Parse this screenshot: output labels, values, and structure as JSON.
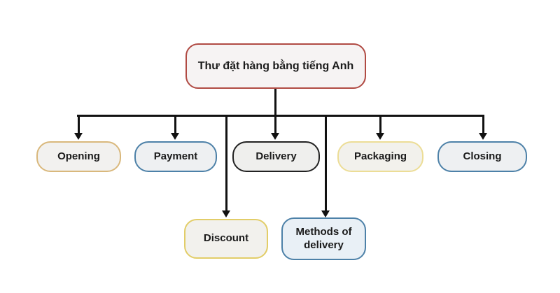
{
  "diagram": {
    "title": "Thư đặt hàng bằng tiếng Anh",
    "type": "tree",
    "connector_color": "#111111",
    "background_color": "#ffffff",
    "root": {
      "label": "Thư đặt hàng bằng tiếng Anh",
      "border_color": "#b04a43",
      "fill_color": "#f6f3f3"
    },
    "nodes": {
      "opening": {
        "label": "Opening",
        "border_color": "#d9b87c",
        "fill_color": "#f2f1ef"
      },
      "payment": {
        "label": "Payment",
        "border_color": "#4d81a8",
        "fill_color": "#eef0f2"
      },
      "delivery": {
        "label": "Delivery",
        "border_color": "#222222",
        "fill_color": "#efefed"
      },
      "packaging": {
        "label": "Packaging",
        "border_color": "#ecdd96",
        "fill_color": "#f2f1ec"
      },
      "closing": {
        "label": "Closing",
        "border_color": "#4d81a8",
        "fill_color": "#eef0f2"
      },
      "discount": {
        "label": "Discount",
        "border_color": "#e2cd68",
        "fill_color": "#f2f1ed"
      },
      "methods_of_delivery": {
        "label": "Methods of delivery",
        "border_color": "#4d81a8",
        "fill_color": "#e9f0f6"
      }
    },
    "edges": [
      {
        "from": "root",
        "to": "opening"
      },
      {
        "from": "root",
        "to": "payment"
      },
      {
        "from": "root",
        "to": "delivery"
      },
      {
        "from": "root",
        "to": "packaging"
      },
      {
        "from": "root",
        "to": "closing"
      },
      {
        "from": "root",
        "to": "discount"
      },
      {
        "from": "root",
        "to": "methods_of_delivery"
      }
    ]
  }
}
